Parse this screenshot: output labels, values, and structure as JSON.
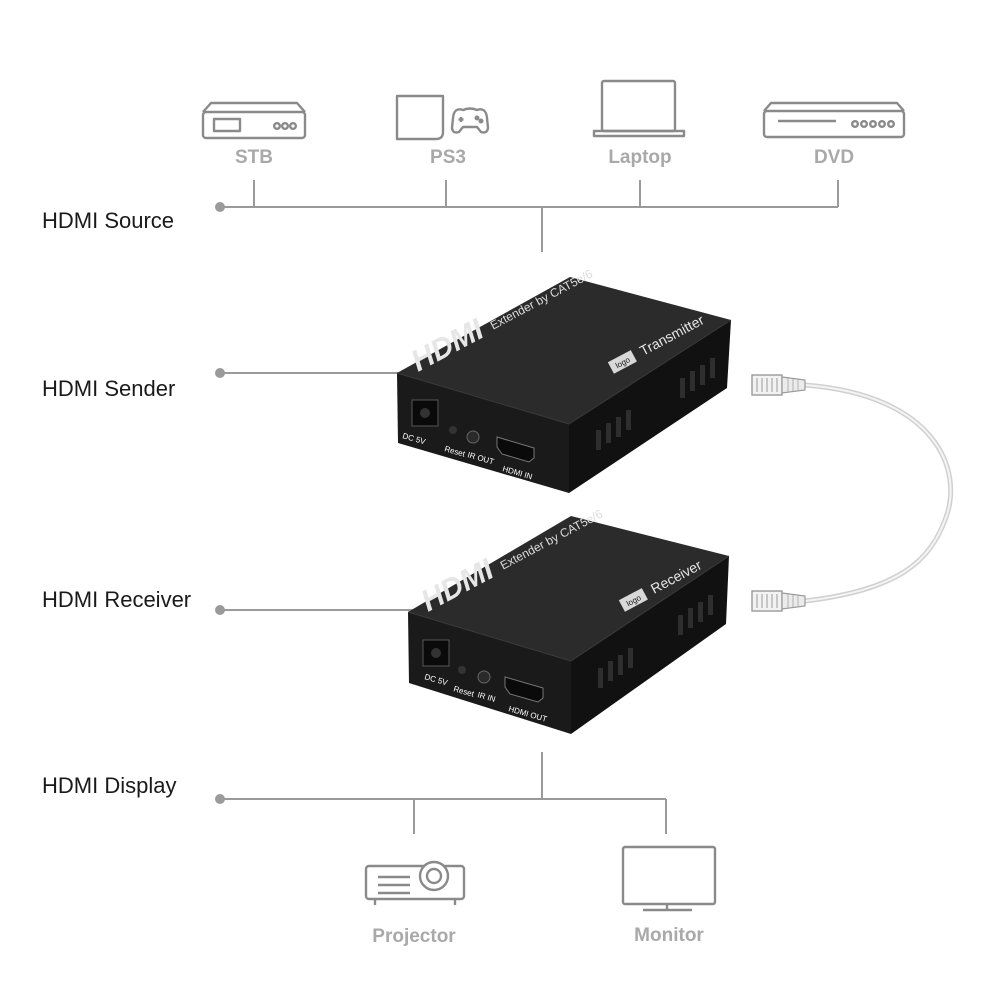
{
  "labels": {
    "source": "HDMI Source",
    "sender": "HDMI Sender",
    "receiver": "HDMI Receiver",
    "display": "HDMI Display"
  },
  "sources": [
    {
      "label": "STB",
      "icon": "stb-icon"
    },
    {
      "label": "PS3",
      "icon": "ps3-icon"
    },
    {
      "label": "Laptop",
      "icon": "laptop-icon"
    },
    {
      "label": "DVD",
      "icon": "dvd-icon"
    }
  ],
  "displays": [
    {
      "label": "Projector",
      "icon": "projector-icon"
    },
    {
      "label": "Monitor",
      "icon": "monitor-icon"
    }
  ],
  "transmitter": {
    "logo": "HDMI",
    "subtitle": "Extender by CAT5e/6",
    "brand": "logo",
    "role": "Transmitter",
    "ports": [
      "DC 5V",
      "Reset",
      "IR OUT",
      "HDMI IN"
    ]
  },
  "receiver_unit": {
    "logo": "HDMI",
    "subtitle": "Extender by CAT5e/6",
    "brand": "logo",
    "role": "Receiver",
    "ports": [
      "DC 5V",
      "Reset",
      "IR IN",
      "HDMI OUT"
    ]
  },
  "colors": {
    "line": "#9a9a9a",
    "icon": "#8a8a8a",
    "device_label": "#a9a9a9",
    "box_top": "#2b2b2b",
    "box_front": "#1a1a1a",
    "box_side": "#111111"
  }
}
